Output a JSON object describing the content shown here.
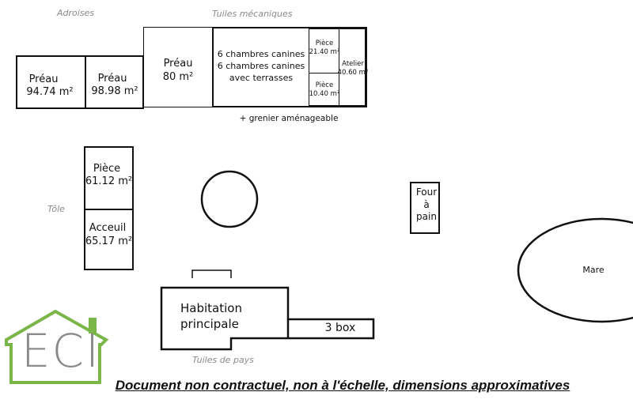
{
  "notes": {
    "ardoises": "Adroises",
    "tuiles_mecaniques": "Tuiles mécaniques",
    "tole": "Tôle",
    "tuiles_de_pays": "Tuiles de pays",
    "grenier": "+ grenier aménageable"
  },
  "rooms": {
    "preau_1": {
      "name": "Préau",
      "area": "94.74 m²"
    },
    "preau_2": {
      "name": "Préau",
      "area": "98.98 m²"
    },
    "preau_3": {
      "name": "Préau",
      "area": "80 m²"
    },
    "chambres": {
      "line1": "6 chambres canines",
      "line2": "6 chambres canines",
      "line3": "avec terrasses"
    },
    "piece_small_1": {
      "name": "Pièce",
      "area": "21.40 m²"
    },
    "piece_small_2": {
      "name": "Pièce",
      "area": "10.40 m²"
    },
    "atelier": {
      "name": "Atelier",
      "area": "40.60 m²"
    },
    "piece_large": {
      "name": "Pièce",
      "area": "61.12 m²"
    },
    "accueil": {
      "name": "Acceuil",
      "area": "65.17 m²"
    },
    "four": {
      "line1": "Four",
      "line2": "à",
      "line3": "pain"
    },
    "habitation": {
      "line1": "Habitation",
      "line2": "principale"
    },
    "box": {
      "name": "3 box"
    },
    "mare": {
      "name": "Mare"
    }
  },
  "logo": {
    "text": "ECI",
    "color": "#7ab648",
    "text_color": "#8a8a8a"
  },
  "footer": "Document non contractuel, non à l'échelle, dimensions approximatives"
}
